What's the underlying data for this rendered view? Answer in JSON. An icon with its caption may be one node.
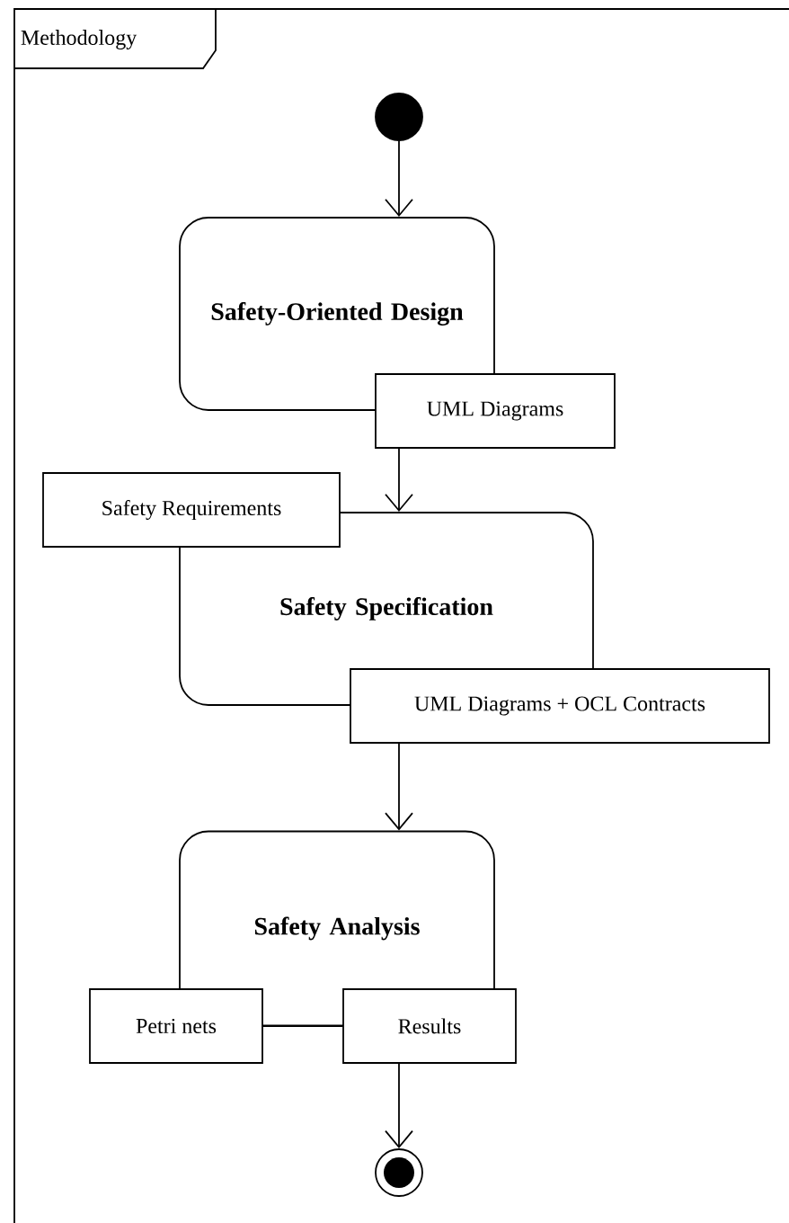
{
  "diagram": {
    "nodes": [
      {
        "text": [
          "Methodology"
        ]
      },
      {
        "text": [],
        "shape": "circle",
        "in": 0
      },
      {
        "text": [
          "Safety-Oriented Design"
        ],
        "in": 0
      },
      {
        "text": [
          "UML Diagrams"
        ],
        "in": 0
      },
      {
        "text": [
          "Safety Requirements"
        ],
        "in": 0
      },
      {
        "text": [
          "Safety Specification"
        ],
        "in": 0
      },
      {
        "text": [
          "UML Diagrams + OCL Contracts"
        ],
        "in": 0
      },
      {
        "text": [
          "Safety Analysis"
        ],
        "in": 0
      },
      {
        "text": [
          "Petri nets"
        ],
        "in": 0
      },
      {
        "text": [
          "Results"
        ],
        "in": 0
      },
      {
        "text": [],
        "shape": "circle",
        "in": 0
      }
    ],
    "edges": [
      {
        "from": 1,
        "to": 2,
        "arrow": "to"
      },
      {
        "from": 3,
        "to": 5,
        "arrow": "to"
      },
      {
        "from": 6,
        "to": 7,
        "arrow": "to"
      },
      {
        "from": 8,
        "to": 9,
        "arrow": "none"
      },
      {
        "from": 9,
        "to": 10,
        "arrow": "to"
      }
    ]
  }
}
